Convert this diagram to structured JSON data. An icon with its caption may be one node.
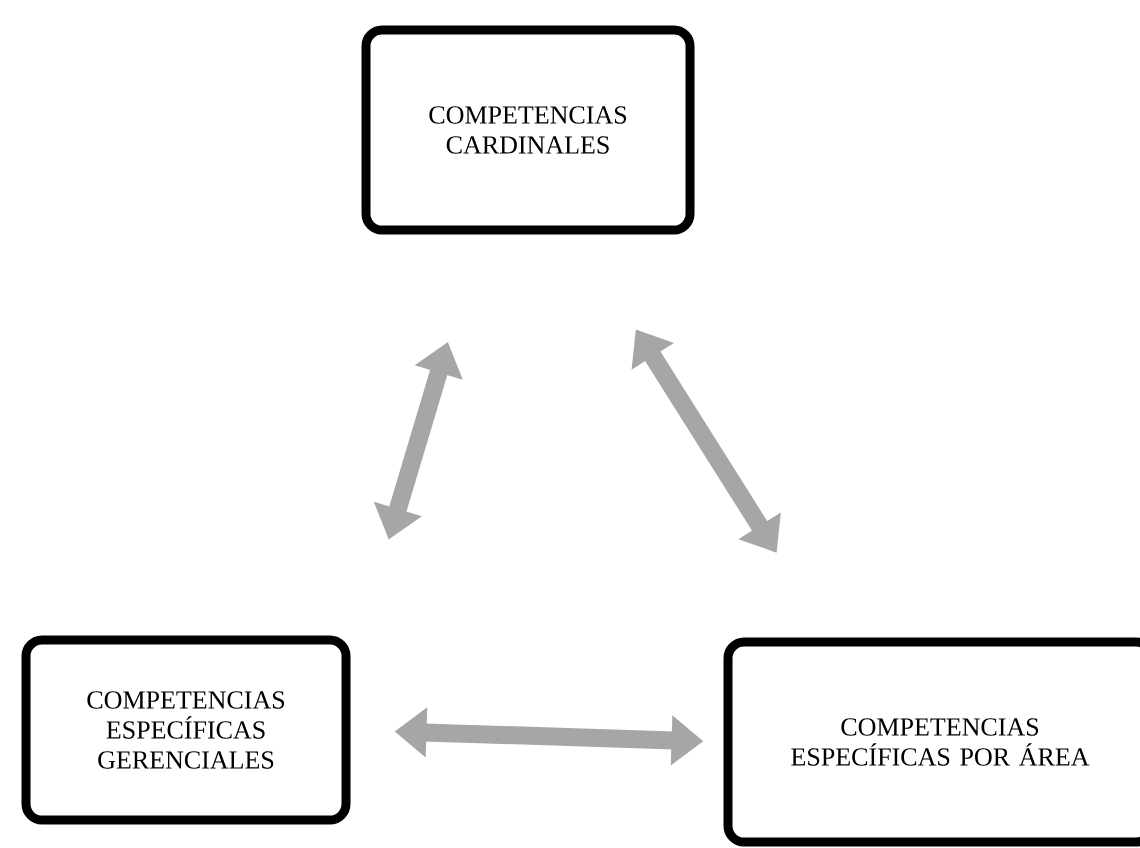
{
  "diagram": {
    "nodes": [
      {
        "text": [
          "COMPETENCIAS CARDINALES"
        ]
      },
      {
        "text": [
          "COMPETENCIAS ESPECÍFICAS GERENCIALES"
        ]
      },
      {
        "text": [
          "COMPETENCIAS ESPECÍFICAS POR ÁREA"
        ]
      }
    ],
    "edges": [
      {
        "from": 0,
        "to": 1,
        "arrow": "both"
      },
      {
        "from": 0,
        "to": 2,
        "arrow": "both"
      },
      {
        "from": 1,
        "to": 2,
        "arrow": "both"
      }
    ]
  }
}
